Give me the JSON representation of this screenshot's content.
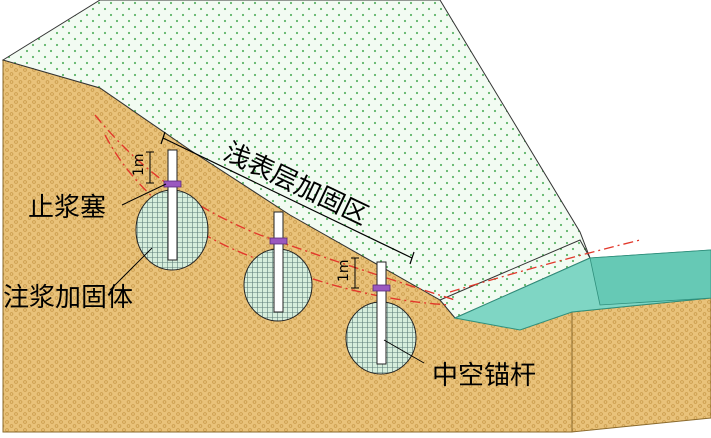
{
  "labels": {
    "zone": "浅表层加固区",
    "plug": "止浆塞",
    "grout_body": "注浆加固体",
    "bolt": "中空锚杆",
    "dim_a": "1m",
    "dim_b": "1m"
  },
  "colors": {
    "soil": "#e9c27a",
    "soil_dots": "#c99a4a",
    "soil_edge": "#b88838",
    "surface_layer": "#f2fbf2",
    "surface_dots": "#5fb56a",
    "grout": "#d6eedc",
    "grout_pattern": "#5f7f7a",
    "bolt": "#ffffff",
    "plug": "#9a58c0",
    "water": "#7fd6c4",
    "slip_line": "#e2382b"
  }
}
